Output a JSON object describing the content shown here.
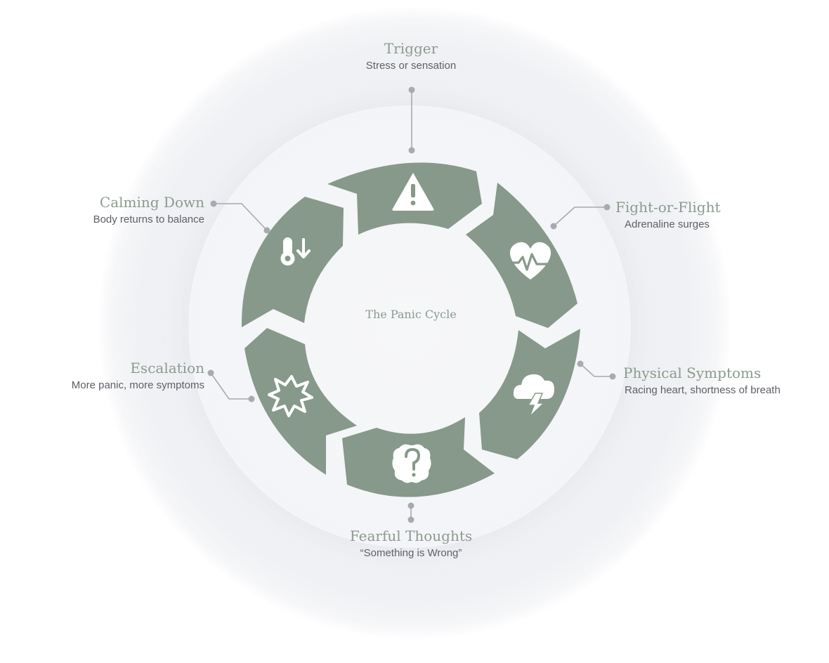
{
  "diagram": {
    "center_title": "The Panic Cycle",
    "steps": [
      {
        "title": "Trigger",
        "subtitle": "Stress or sensation",
        "icon": "warning-icon"
      },
      {
        "title": "Fight-or-Flight",
        "subtitle": "Adrenaline surges",
        "icon": "heartbeat-icon"
      },
      {
        "title": "Physical Symptoms",
        "subtitle": "Racing heart, shortness of breath",
        "icon": "storm-cloud-icon"
      },
      {
        "title": "Fearful Thoughts",
        "subtitle": "“Something is Wrong”",
        "icon": "brain-question-icon"
      },
      {
        "title": "Escalation",
        "subtitle": "More panic, more symptoms",
        "icon": "burst-icon"
      },
      {
        "title": "Calming Down",
        "subtitle": "Body returns to balance",
        "icon": "thermometer-down-icon"
      }
    ],
    "colors": {
      "segment": "#87998a",
      "title": "#8a9b8d",
      "subtitle": "#5c6066",
      "leader": "#a7aaaf"
    }
  }
}
